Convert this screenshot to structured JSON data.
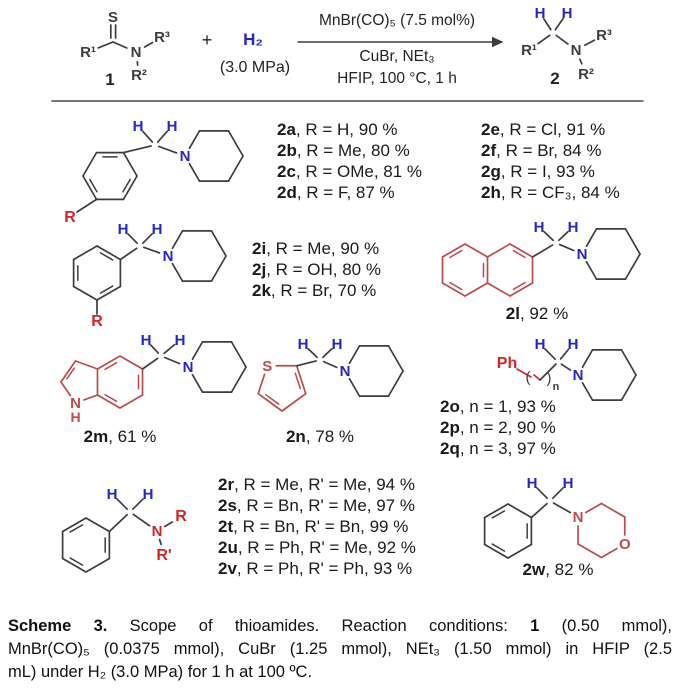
{
  "colors": {
    "bond": "#3d3d3d",
    "blue": "#2424cf",
    "red_label": "#d42525",
    "red_ring": "#bf4a4a"
  },
  "atoms": {
    "H": "H",
    "N": "N",
    "S": "S",
    "O": "O",
    "R": "R",
    "Rp": "R'",
    "R1": "R¹",
    "R2": "R²",
    "R3": "R³",
    "Ph": "Ph",
    "n": "n",
    "po": "(",
    "pc": ")"
  },
  "reaction": {
    "reactant_label": "1",
    "product_label": "2",
    "plus": "+",
    "hydrogen": "H₂",
    "pressure": "(3.0 MPa)",
    "catalyst": "MnBr(CO)₅ (7.5 mol%)",
    "conditions_line1": "CuBr, NEt₃",
    "conditions_line2": "HFIP, 100 °C, 1 h"
  },
  "entries": {
    "row1_left": [
      {
        "id": "2a",
        "rest": ", R = H, 90 %"
      },
      {
        "id": "2b",
        "rest": ", R = Me, 80 %"
      },
      {
        "id": "2c",
        "rest": ", R = OMe, 81 %"
      },
      {
        "id": "2d",
        "rest": ", R = F, 87 %"
      }
    ],
    "row1_right": [
      {
        "id": "2e",
        "rest": ", R = Cl, 91 %"
      },
      {
        "id": "2f",
        "rest": ", R = Br, 84 %"
      },
      {
        "id": "2g",
        "rest": ", R = I, 93 %"
      },
      {
        "id": "2h",
        "rest": ", R = CF₃, 84 %"
      }
    ],
    "row2": [
      {
        "id": "2i",
        "rest": ", R = Me, 90 %"
      },
      {
        "id": "2j",
        "rest": ", R = OH, 80 %"
      },
      {
        "id": "2k",
        "rest": ", R = Br, 70 %"
      }
    ],
    "chain": [
      {
        "id": "2o",
        "rest": ", n = 1, 93 %"
      },
      {
        "id": "2p",
        "rest": ", n = 2, 90 %"
      },
      {
        "id": "2q",
        "rest": ", n = 3, 97 %"
      }
    ],
    "row4": [
      {
        "id": "2r",
        "rest": ", R = Me, R' = Me, 94 %"
      },
      {
        "id": "2s",
        "rest": ", R = Bn, R' = Me, 97 %"
      },
      {
        "id": "2t",
        "rest": ", R = Bn, R' = Bn, 99 %"
      },
      {
        "id": "2u",
        "rest": ", R = Ph, R' = Me, 92 %"
      },
      {
        "id": "2v",
        "rest": ", R = Ph, R' = Ph, 93 %"
      }
    ],
    "naphthalene_label": {
      "id": "2l",
      "rest": ", 92 %"
    },
    "indole_label": {
      "id": "2m",
      "rest": ", 61 %"
    },
    "thiophene_label": {
      "id": "2n",
      "rest": ", 78 %"
    },
    "morpholine_label": {
      "id": "2w",
      "rest": ", 82 %"
    }
  },
  "caption": {
    "lines": [
      [
        {
          "t": "Scheme 3.",
          "b": true
        },
        {
          "t": " Scope of thioamides. Reaction conditions: ",
          "b": false
        },
        {
          "t": "1",
          "b": true
        },
        {
          "t": " (0.50 mmol),",
          "b": false
        }
      ],
      [
        {
          "t": "MnBr(CO)₅ (0.0375 mmol), CuBr (1.25 mmol), NEt₃ (1.50 mmol) in HFIP (2.5",
          "b": false
        }
      ],
      [
        {
          "t": "mL) under H₂ (3.0 MPa) for 1 h at 100 ºC.",
          "b": false
        }
      ]
    ]
  }
}
